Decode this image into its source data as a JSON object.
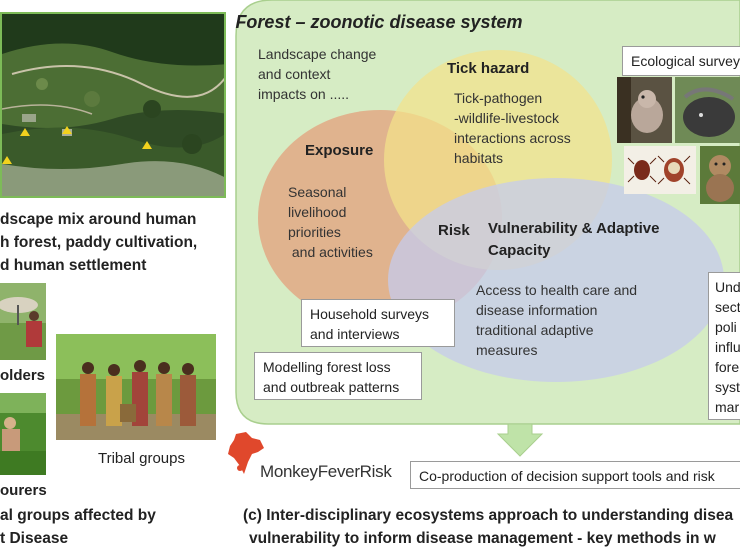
{
  "panel": {
    "title": "Forest – zoonotic disease system",
    "intro": [
      "Landscape change",
      "and context",
      "impacts on ....."
    ],
    "tick_hazard": {
      "title": "Tick hazard",
      "lines": [
        "Tick-pathogen",
        "-wildlife-livestock",
        "interactions across",
        "habitats"
      ]
    },
    "exposure": {
      "title": "Exposure",
      "lines": [
        "Seasonal",
        "livelihood",
        "priorities",
        " and activities"
      ]
    },
    "risk": "Risk",
    "vulnerability": {
      "title_lines": [
        "Vulnerability & Adaptive",
        "Capacity"
      ],
      "lines": [
        "Access to health care and",
        "disease information",
        "traditional adaptive",
        "measures"
      ]
    },
    "ecological_surveys": "Ecological surveys",
    "household_surveys": [
      "Household surveys",
      "and interviews"
    ],
    "modelling": [
      "Modelling forest loss",
      "and outbreak patterns"
    ],
    "right_box": [
      "Und",
      "sect",
      "poli",
      "influ",
      "fore",
      "syst",
      "mar"
    ],
    "colors": {
      "panel_bg": "#d6ecc4",
      "exposure": "#e3a07c",
      "tick": "#f2e28a",
      "vulnerability": "#c6cbec",
      "arrow": "#bfe3a8"
    }
  },
  "left": {
    "landscape_caption": [
      "dscape mix around human",
      "h forest, paddy cultivation,",
      "d human settlement"
    ],
    "holders_label": "olders",
    "labourers_label": "ourers",
    "tribal_label": "Tribal groups",
    "groups_caption": [
      "al groups affected by",
      "t Disease"
    ]
  },
  "logo": {
    "brand": "MonkeyFeverRisk"
  },
  "coproduction": "Co-production of decision support tools and risk",
  "bottom_caption": [
    "(c) Inter-disciplinary ecosystems approach to understanding disea",
    "vulnerability to inform disease management - key methods in w"
  ]
}
